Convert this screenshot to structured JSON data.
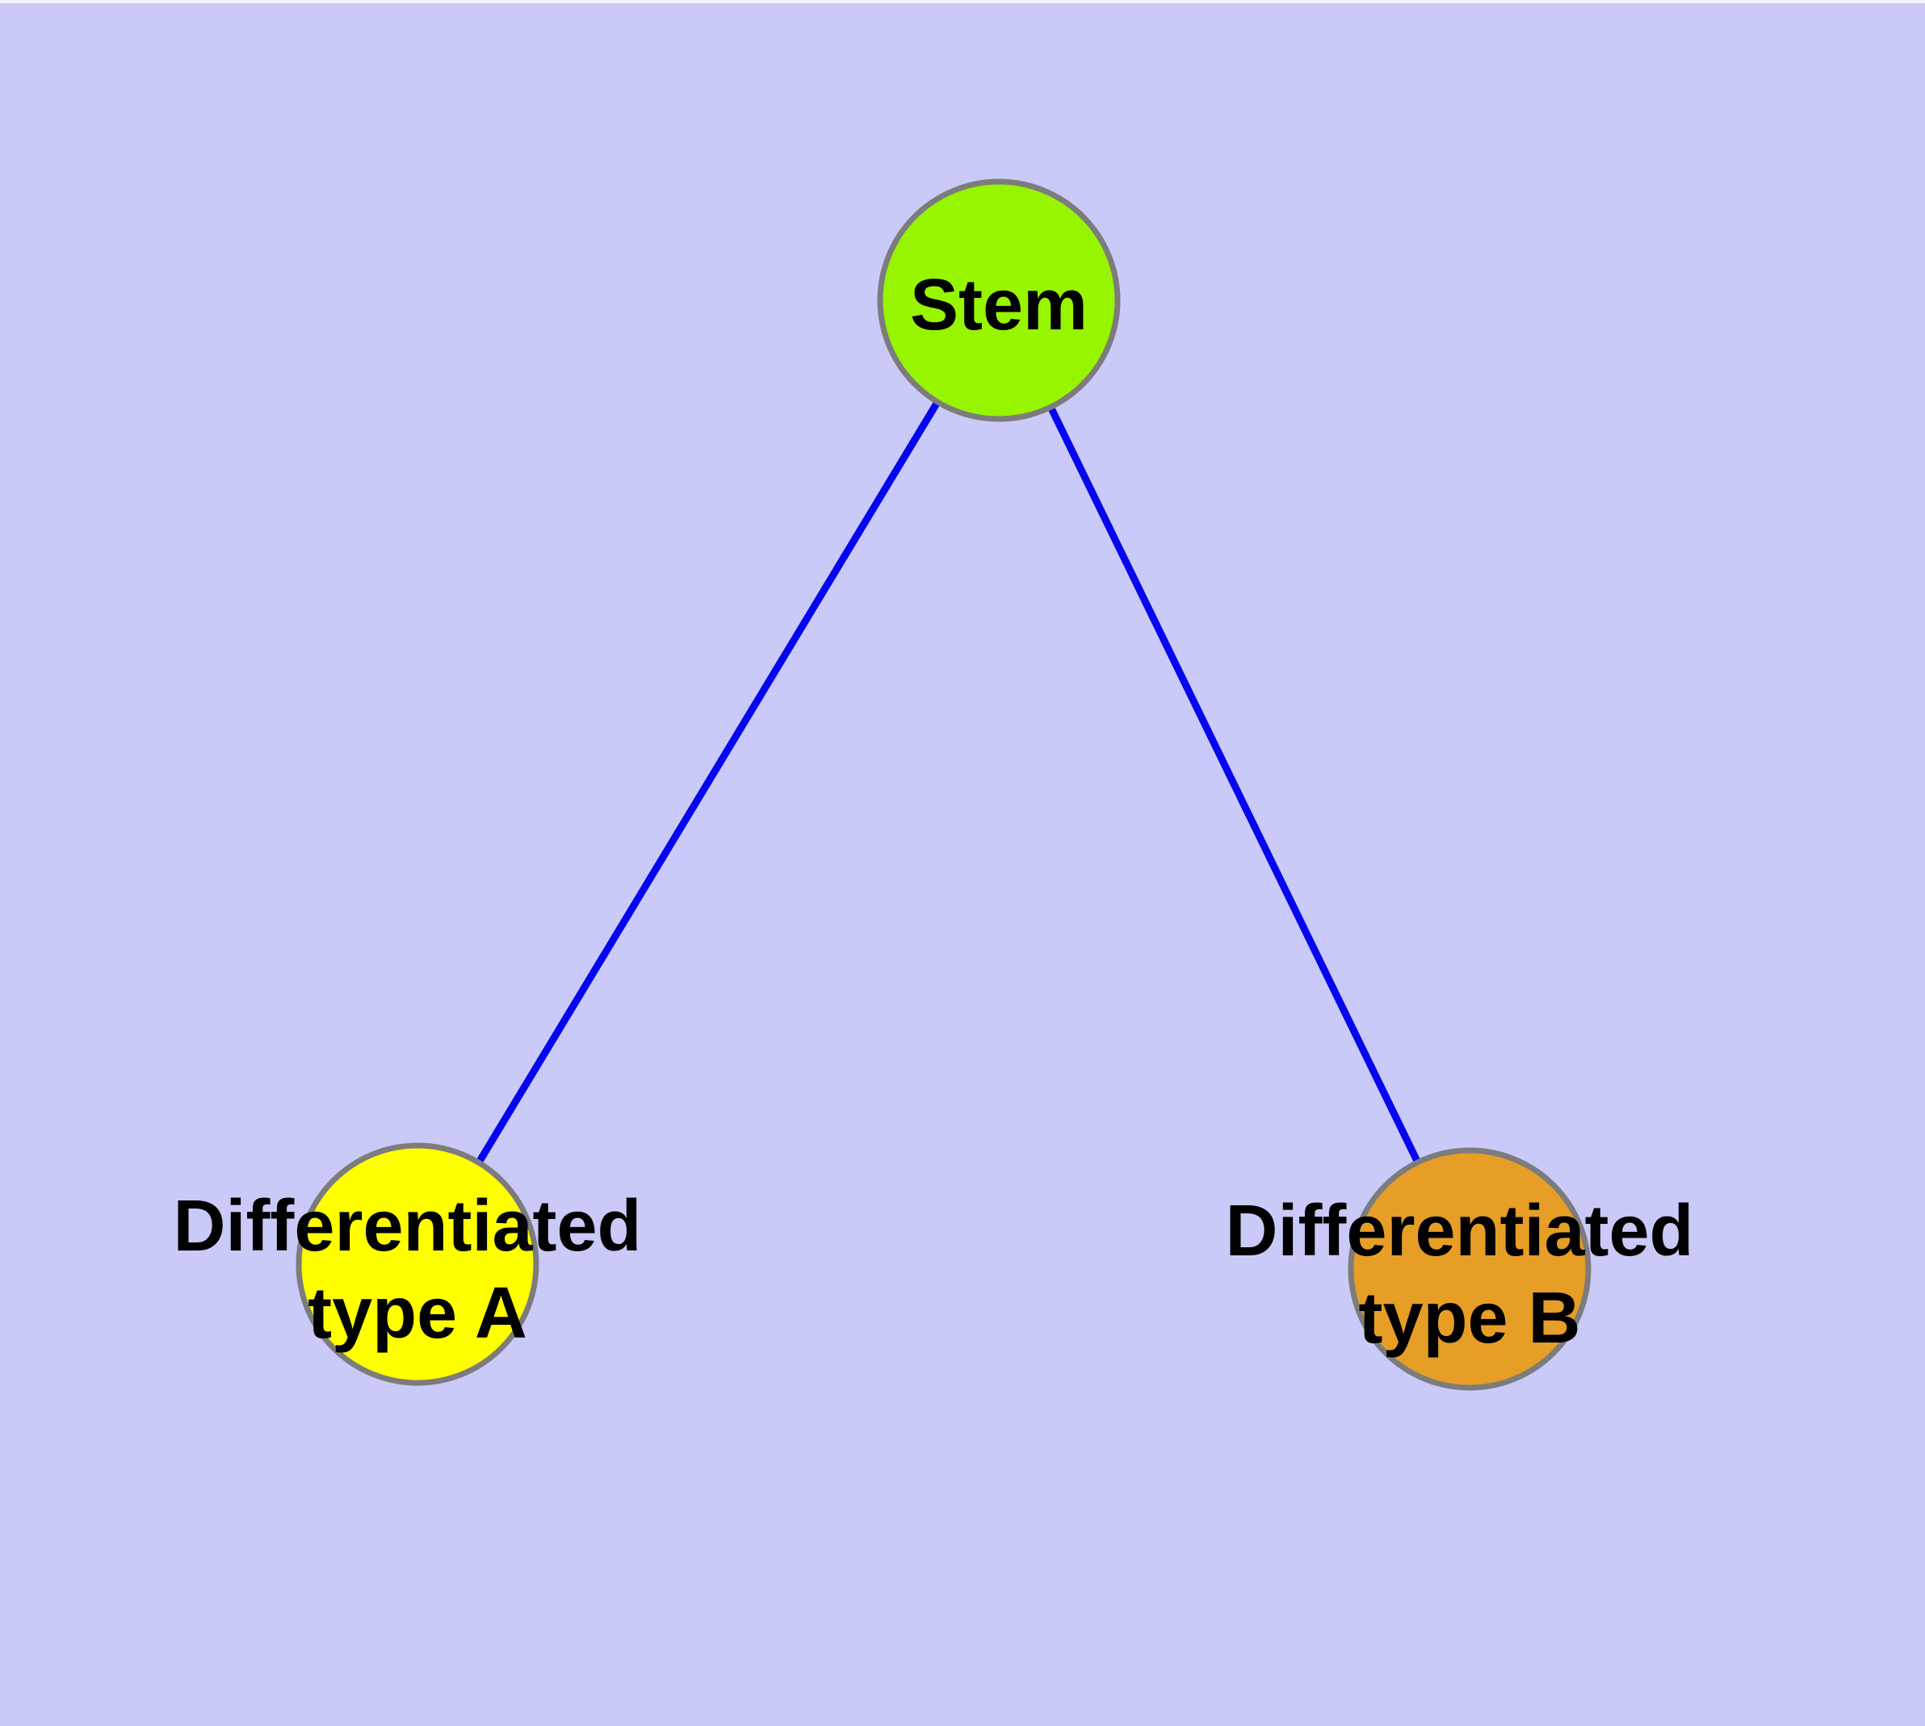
{
  "colors": {
    "background": "#CACAF8",
    "top_edge_strip": "#F2F2FB",
    "edge_line": "#0505F0",
    "node_border": "#7C7C7C",
    "label_text": "#000000"
  },
  "diagram": {
    "type": "node-link-graph",
    "nodes": [
      {
        "id": "stem",
        "label": "Stem",
        "fill": "#98F500"
      },
      {
        "id": "type-a",
        "label": "Differentiated type A",
        "label_line1": "Differentiated",
        "label_line2": "type A",
        "fill": "#FFFF00"
      },
      {
        "id": "type-b",
        "label": "Differentiated type B",
        "label_line1": "Differentiated",
        "label_line2": "type B",
        "fill": "#E69E27"
      }
    ],
    "edges": [
      {
        "from": "stem",
        "to": "type-a"
      },
      {
        "from": "stem",
        "to": "type-b"
      }
    ]
  }
}
